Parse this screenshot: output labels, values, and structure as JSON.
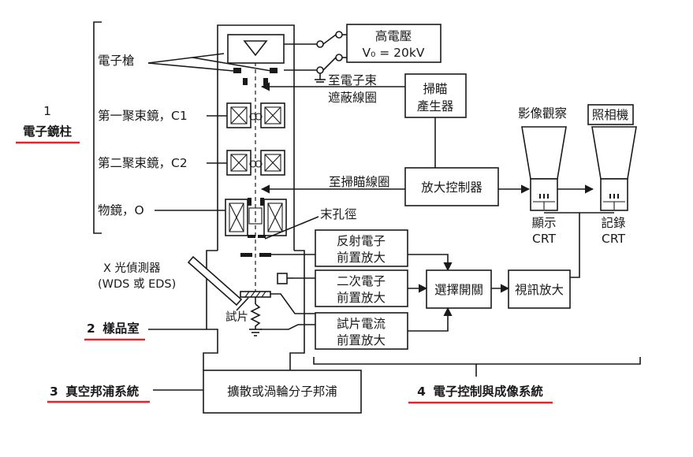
{
  "column": {
    "number": "1",
    "title": "電子鏡柱",
    "electron_gun": "電子槍",
    "condenser1": "第一聚束鏡，C1",
    "condenser2": "第二聚束鏡，C2",
    "objective": "物鏡，O"
  },
  "high_voltage": {
    "line1": "高電壓",
    "line2": "V₀ = 20kV"
  },
  "beam_blanking": {
    "line1": "至電子束",
    "line2": "遮蔽線圈"
  },
  "scan_generator": {
    "line1": "掃瞄",
    "line2": "產生器"
  },
  "to_scan_coil": "至掃瞄線圈",
  "amp_control": "放大控制器",
  "aperture": "末孔徑",
  "xray": {
    "line1": "X 光偵測器",
    "line2": "(WDS 或 EDS)"
  },
  "specimen": "試片",
  "chamber": {
    "number": "2",
    "title": "樣品室"
  },
  "vacuum": {
    "number": "3",
    "title": "真空邦浦系統"
  },
  "pump": "擴散或渦輪分子邦浦",
  "electronics": {
    "number": "4",
    "title": "電子控制與成像系統"
  },
  "bse_amp": {
    "line1": "反射電子",
    "line2": "前置放大"
  },
  "se_amp": {
    "line1": "二次電子",
    "line2": "前置放大"
  },
  "current_amp": {
    "line1": "試片電流",
    "line2": "前置放大"
  },
  "selector": "選擇開關",
  "video_amp": "視訊放大",
  "image_view": "影像觀察",
  "camera": "照相機",
  "display_crt": {
    "line1": "顯示",
    "line2": "CRT"
  },
  "record_crt": {
    "line1": "記錄",
    "line2": "CRT"
  },
  "colors": {
    "line": "#1a1a1a",
    "underline": "#e0242b",
    "background": "#ffffff"
  }
}
